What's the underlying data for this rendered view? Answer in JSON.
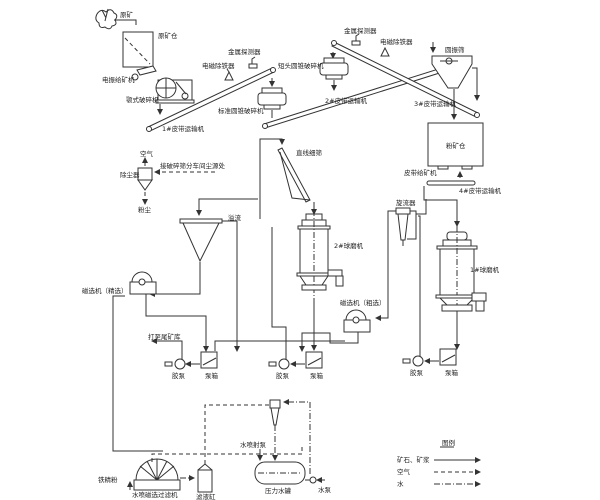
{
  "diagram": {
    "type": "process-flow",
    "labels": {
      "raw_ore": "原矿",
      "raw_ore_bin": "原矿仓",
      "vibrating_feeder": "电振给矿机",
      "jaw_crusher": "颚式破碎机",
      "belt1": "1#皮带运输机",
      "magnet_sep_1": "电磁除铁器",
      "metal_detector_1": "金属探测器",
      "std_cone_crusher": "标准圆锥破碎机",
      "short_head_cone_crusher": "短头圆锥破碎机",
      "belt2": "2#皮带运输机",
      "metal_detector_2": "金属探测器",
      "magnet_sep_2": "电磁除铁器",
      "circ_screen": "圆振筛",
      "belt3": "3#皮带运输机",
      "fine_ore_bin": "粉矿仓",
      "belt_feeder": "皮带给矿机",
      "belt4": "4#皮带运输机",
      "air_top": "空气",
      "dust_collector": "除尘器",
      "dust_source": "接破碎筛分车间尘源处",
      "dust": "粉尘",
      "linear_screen": "直线细筛",
      "overflow": "溢流",
      "mill2": "2#球磨机",
      "cyclone": "旋流器",
      "mill1": "1#球磨机",
      "mag_sep_clean": "磁选机（精选）",
      "mag_sep_rough": "磁选机（粗选）",
      "to_tailings": "打至尾矿库",
      "pump": "胶泵",
      "sump": "泵箱",
      "jet_pump": "水喷射泵",
      "iron_concentrate": "铁精粉",
      "filter": "水喷磁选过滤机",
      "filter_tank": "滤液缸",
      "pressure_tank": "压力水罐",
      "water_pump": "水泵"
    },
    "legend": {
      "title": "图例",
      "items": [
        {
          "label": "矿石、矿浆",
          "style": "solid"
        },
        {
          "label": "空气",
          "style": "dashed"
        },
        {
          "label": "水",
          "style": "dash-dot"
        }
      ]
    }
  }
}
